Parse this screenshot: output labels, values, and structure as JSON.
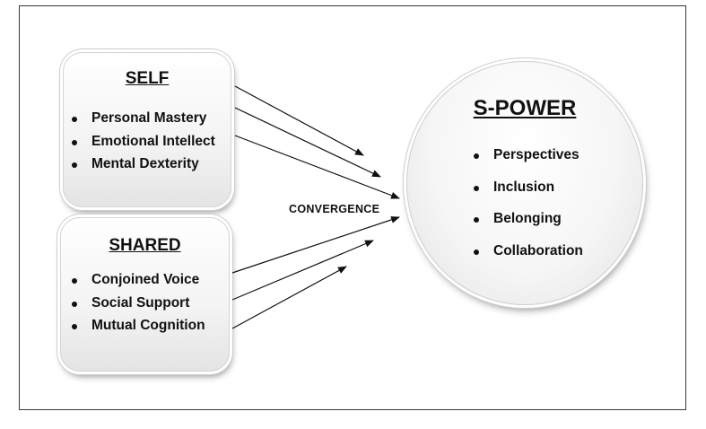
{
  "self": {
    "title": "SELF",
    "items": [
      "Personal Mastery",
      "Emotional Intellect",
      "Mental Dexterity"
    ]
  },
  "shared": {
    "title": "SHARED",
    "items": [
      "Conjoined Voice",
      "Social Support",
      "Mutual Cognition"
    ]
  },
  "spower": {
    "title": "S-POWER",
    "items": [
      "Perspectives",
      "Inclusion",
      "Belonging",
      "Collaboration"
    ]
  },
  "convergence_label": "CONVERGENCE"
}
